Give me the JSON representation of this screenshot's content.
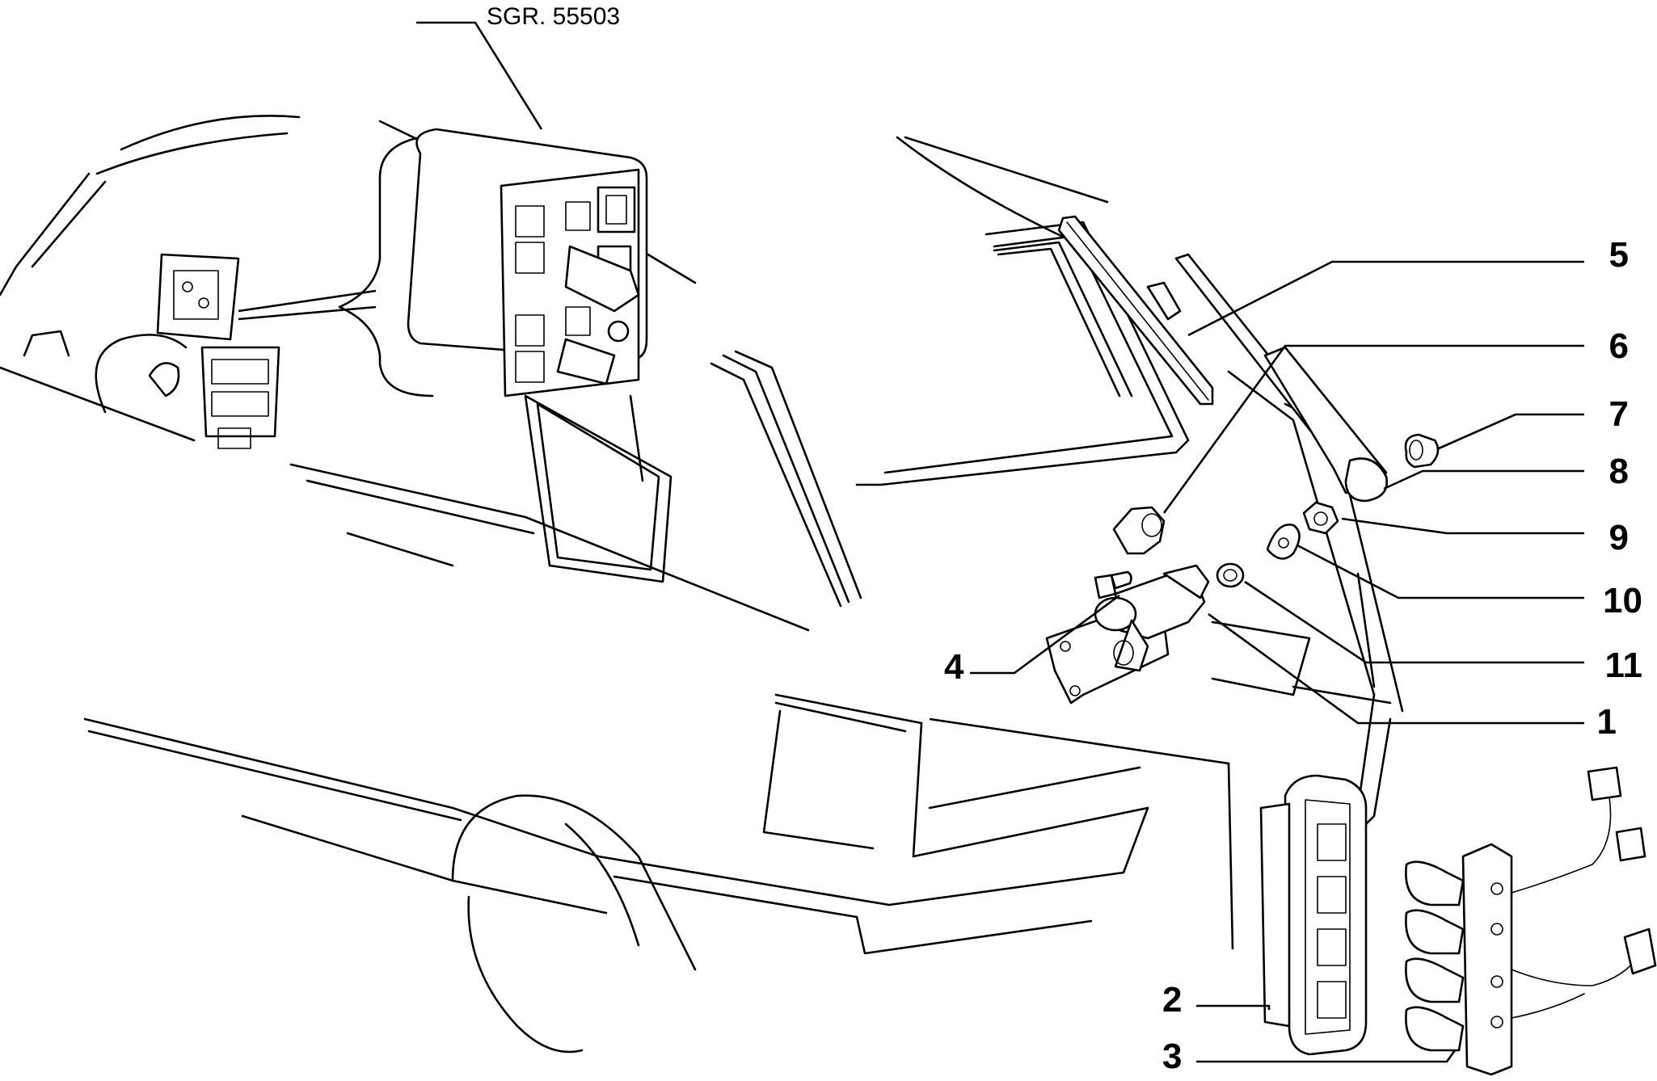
{
  "diagram": {
    "reference": "SGR. 55503",
    "callouts": [
      {
        "id": "c1",
        "text": "1"
      },
      {
        "id": "c2",
        "text": "2"
      },
      {
        "id": "c3",
        "text": "3"
      },
      {
        "id": "c4",
        "text": "4"
      },
      {
        "id": "c5",
        "text": "5"
      },
      {
        "id": "c6",
        "text": "6"
      },
      {
        "id": "c7",
        "text": "7"
      },
      {
        "id": "c8",
        "text": "8"
      },
      {
        "id": "c9",
        "text": "9"
      },
      {
        "id": "c10",
        "text": "10"
      },
      {
        "id": "c11",
        "text": "11"
      }
    ]
  }
}
